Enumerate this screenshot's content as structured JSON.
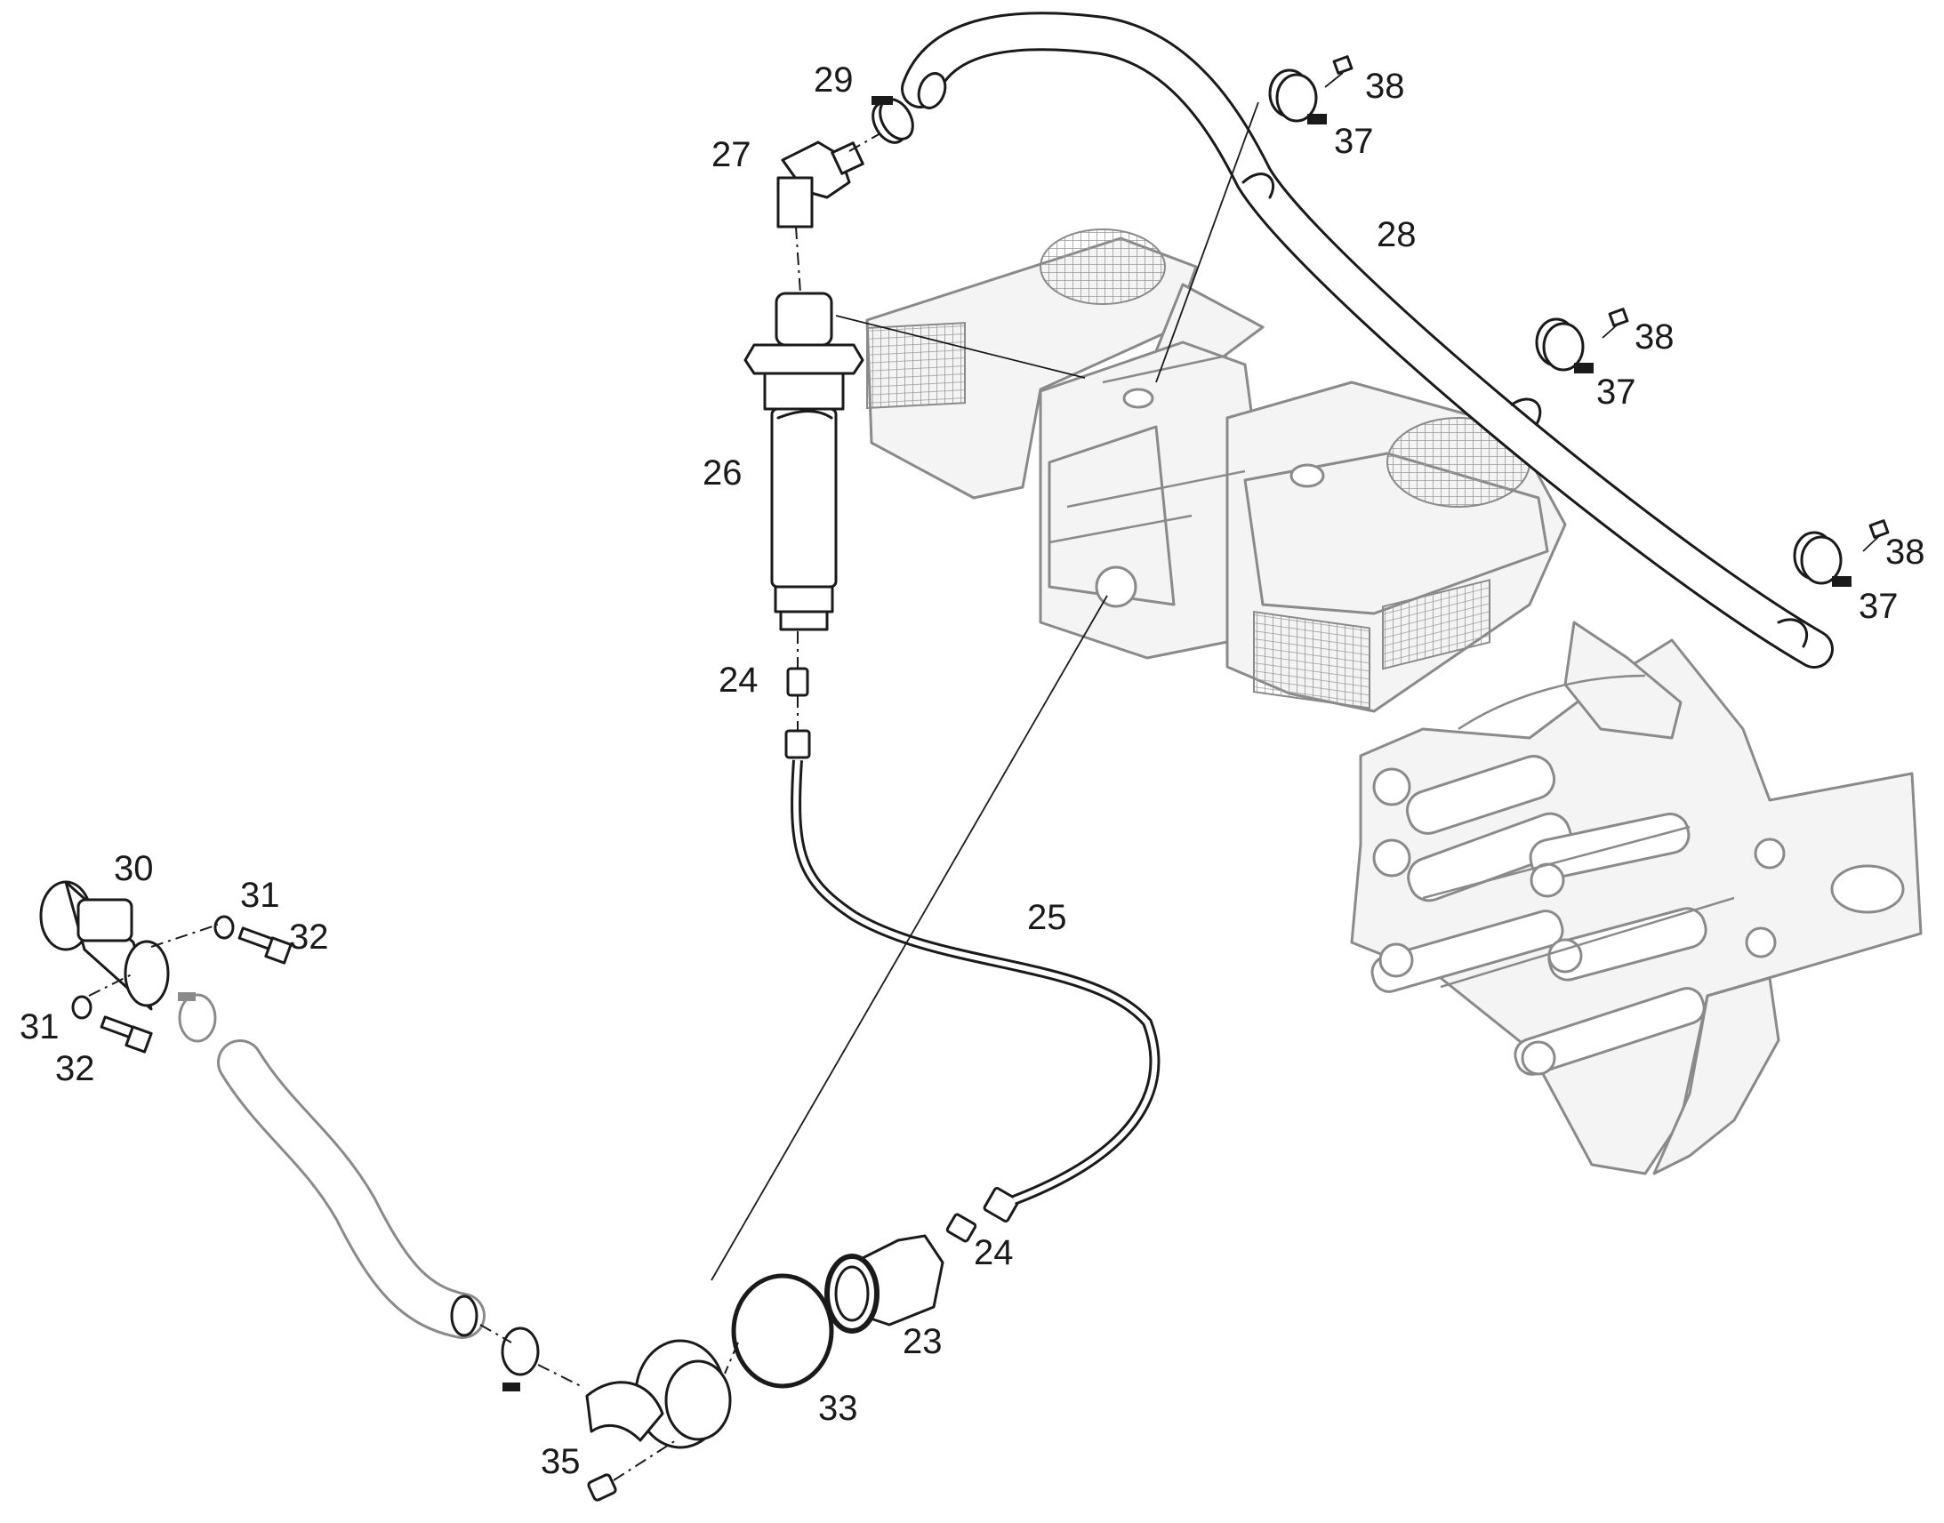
{
  "diagram": {
    "part_numbers": [
      "23",
      "24",
      "24",
      "25",
      "26",
      "27",
      "28",
      "29",
      "30",
      "31",
      "31",
      "32",
      "32",
      "33",
      "35",
      "37",
      "37",
      "37",
      "38",
      "38",
      "38"
    ]
  }
}
